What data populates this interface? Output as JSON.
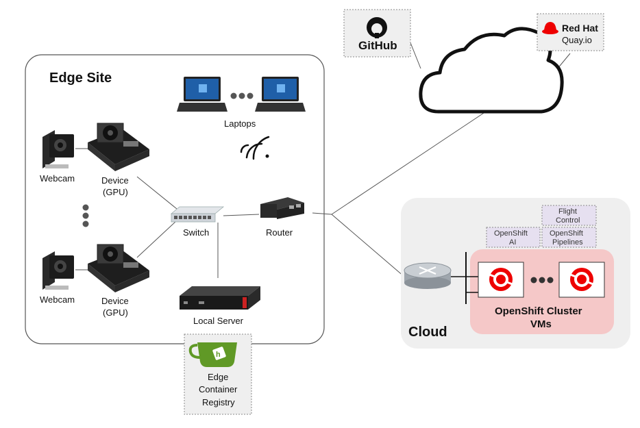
{
  "edge_site": {
    "title": "Edge Site",
    "webcam_top": "Webcam",
    "webcam_bottom": "Webcam",
    "device_top": [
      "Device",
      "(GPU)"
    ],
    "device_bottom": [
      "Device",
      "(GPU)"
    ],
    "laptops": "Laptops",
    "switch": "Switch",
    "router": "Router",
    "local_server": "Local Server"
  },
  "registry": {
    "lines": [
      "Edge",
      "Container",
      "Registry"
    ]
  },
  "external": {
    "github": "GitHub",
    "quay_top": "Red Hat",
    "quay_bottom": "Quay.io"
  },
  "cloud": {
    "title": "Cloud",
    "tags": {
      "flight_control": [
        "Flight",
        "Control"
      ],
      "openshift_ai": [
        "OpenShift",
        "AI"
      ],
      "openshift_pipelines": [
        "OpenShift",
        "Pipelines"
      ]
    },
    "cluster": [
      "OpenShift Cluster",
      "VMs"
    ]
  },
  "colors": {
    "cloud_panel": "#efefef",
    "cluster_fill": "#f5c8c8",
    "tag_fill": "#e6e0f0",
    "redhat_red": "#ee0000",
    "gitea_green": "#609926"
  }
}
